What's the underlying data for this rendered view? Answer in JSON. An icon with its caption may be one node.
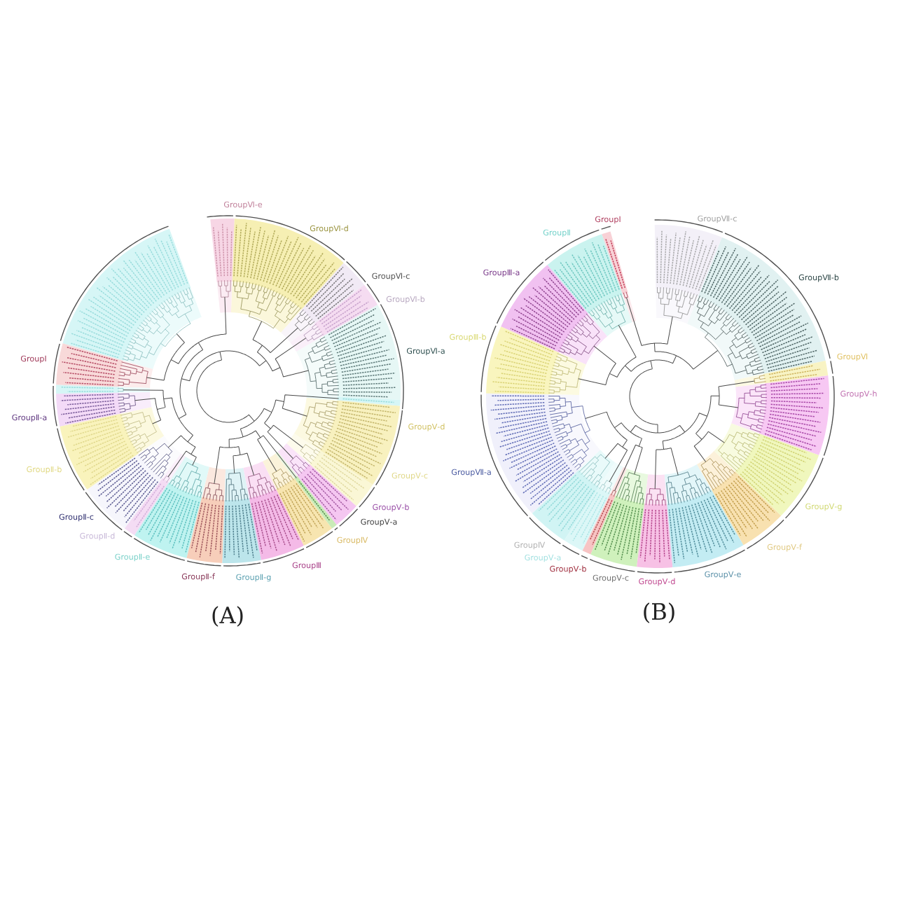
{
  "diagram": {
    "labels": [
      "GroupⅥ-e",
      "GroupⅥ-d",
      "GroupⅥ-c",
      "GroupⅥ-b",
      "GroupⅥ-a",
      "GroupⅤ-d",
      "GroupⅤ-c",
      "GroupⅤ-b",
      "GroupⅤ-a",
      "GroupⅣ",
      "GroupⅢ",
      "GroupⅡ-g",
      "GroupⅡ-f",
      "GroupⅡ-e",
      "GroupⅡ-d",
      "GroupⅡ-c",
      "GroupⅡ-b",
      "GroupⅡ-a",
      "GroupⅠ",
      "(A)",
      "GroupⅠ",
      "GroupⅡ",
      "GroupⅢ-a",
      "GroupⅢ-b",
      "GroupⅦ-a",
      "GroupⅣ",
      "GroupⅤ-a",
      "GroupⅤ-b",
      "GroupⅤ-c",
      "GroupⅤ-d",
      "GroupⅤ-e",
      "GroupⅤ-f",
      "GroupⅤ-g",
      "GroupⅤ-h",
      "GroupⅥ",
      "GroupⅦ-b",
      "GroupⅦ-c",
      "(B)"
    ]
  }
}
